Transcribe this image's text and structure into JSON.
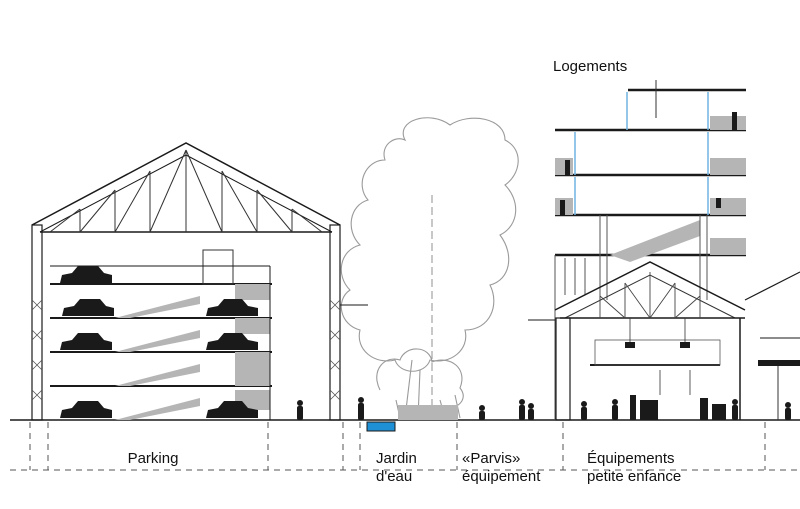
{
  "labels": {
    "logements": "Logements",
    "parking": "Parking",
    "jardin_line1": "Jardin",
    "jardin_line2": "d'eau",
    "parvis_line1": "«Parvis»",
    "parvis_line2": "équipement",
    "equip_line1": "Équipements",
    "equip_line2": "petite enfance"
  },
  "colors": {
    "line": "#1a1a1a",
    "grey_fill": "#b5b5b5",
    "tree": "#9a9a9a",
    "water": "#1e90d6",
    "glass": "#6fb3e0"
  },
  "parking_levels": 5
}
